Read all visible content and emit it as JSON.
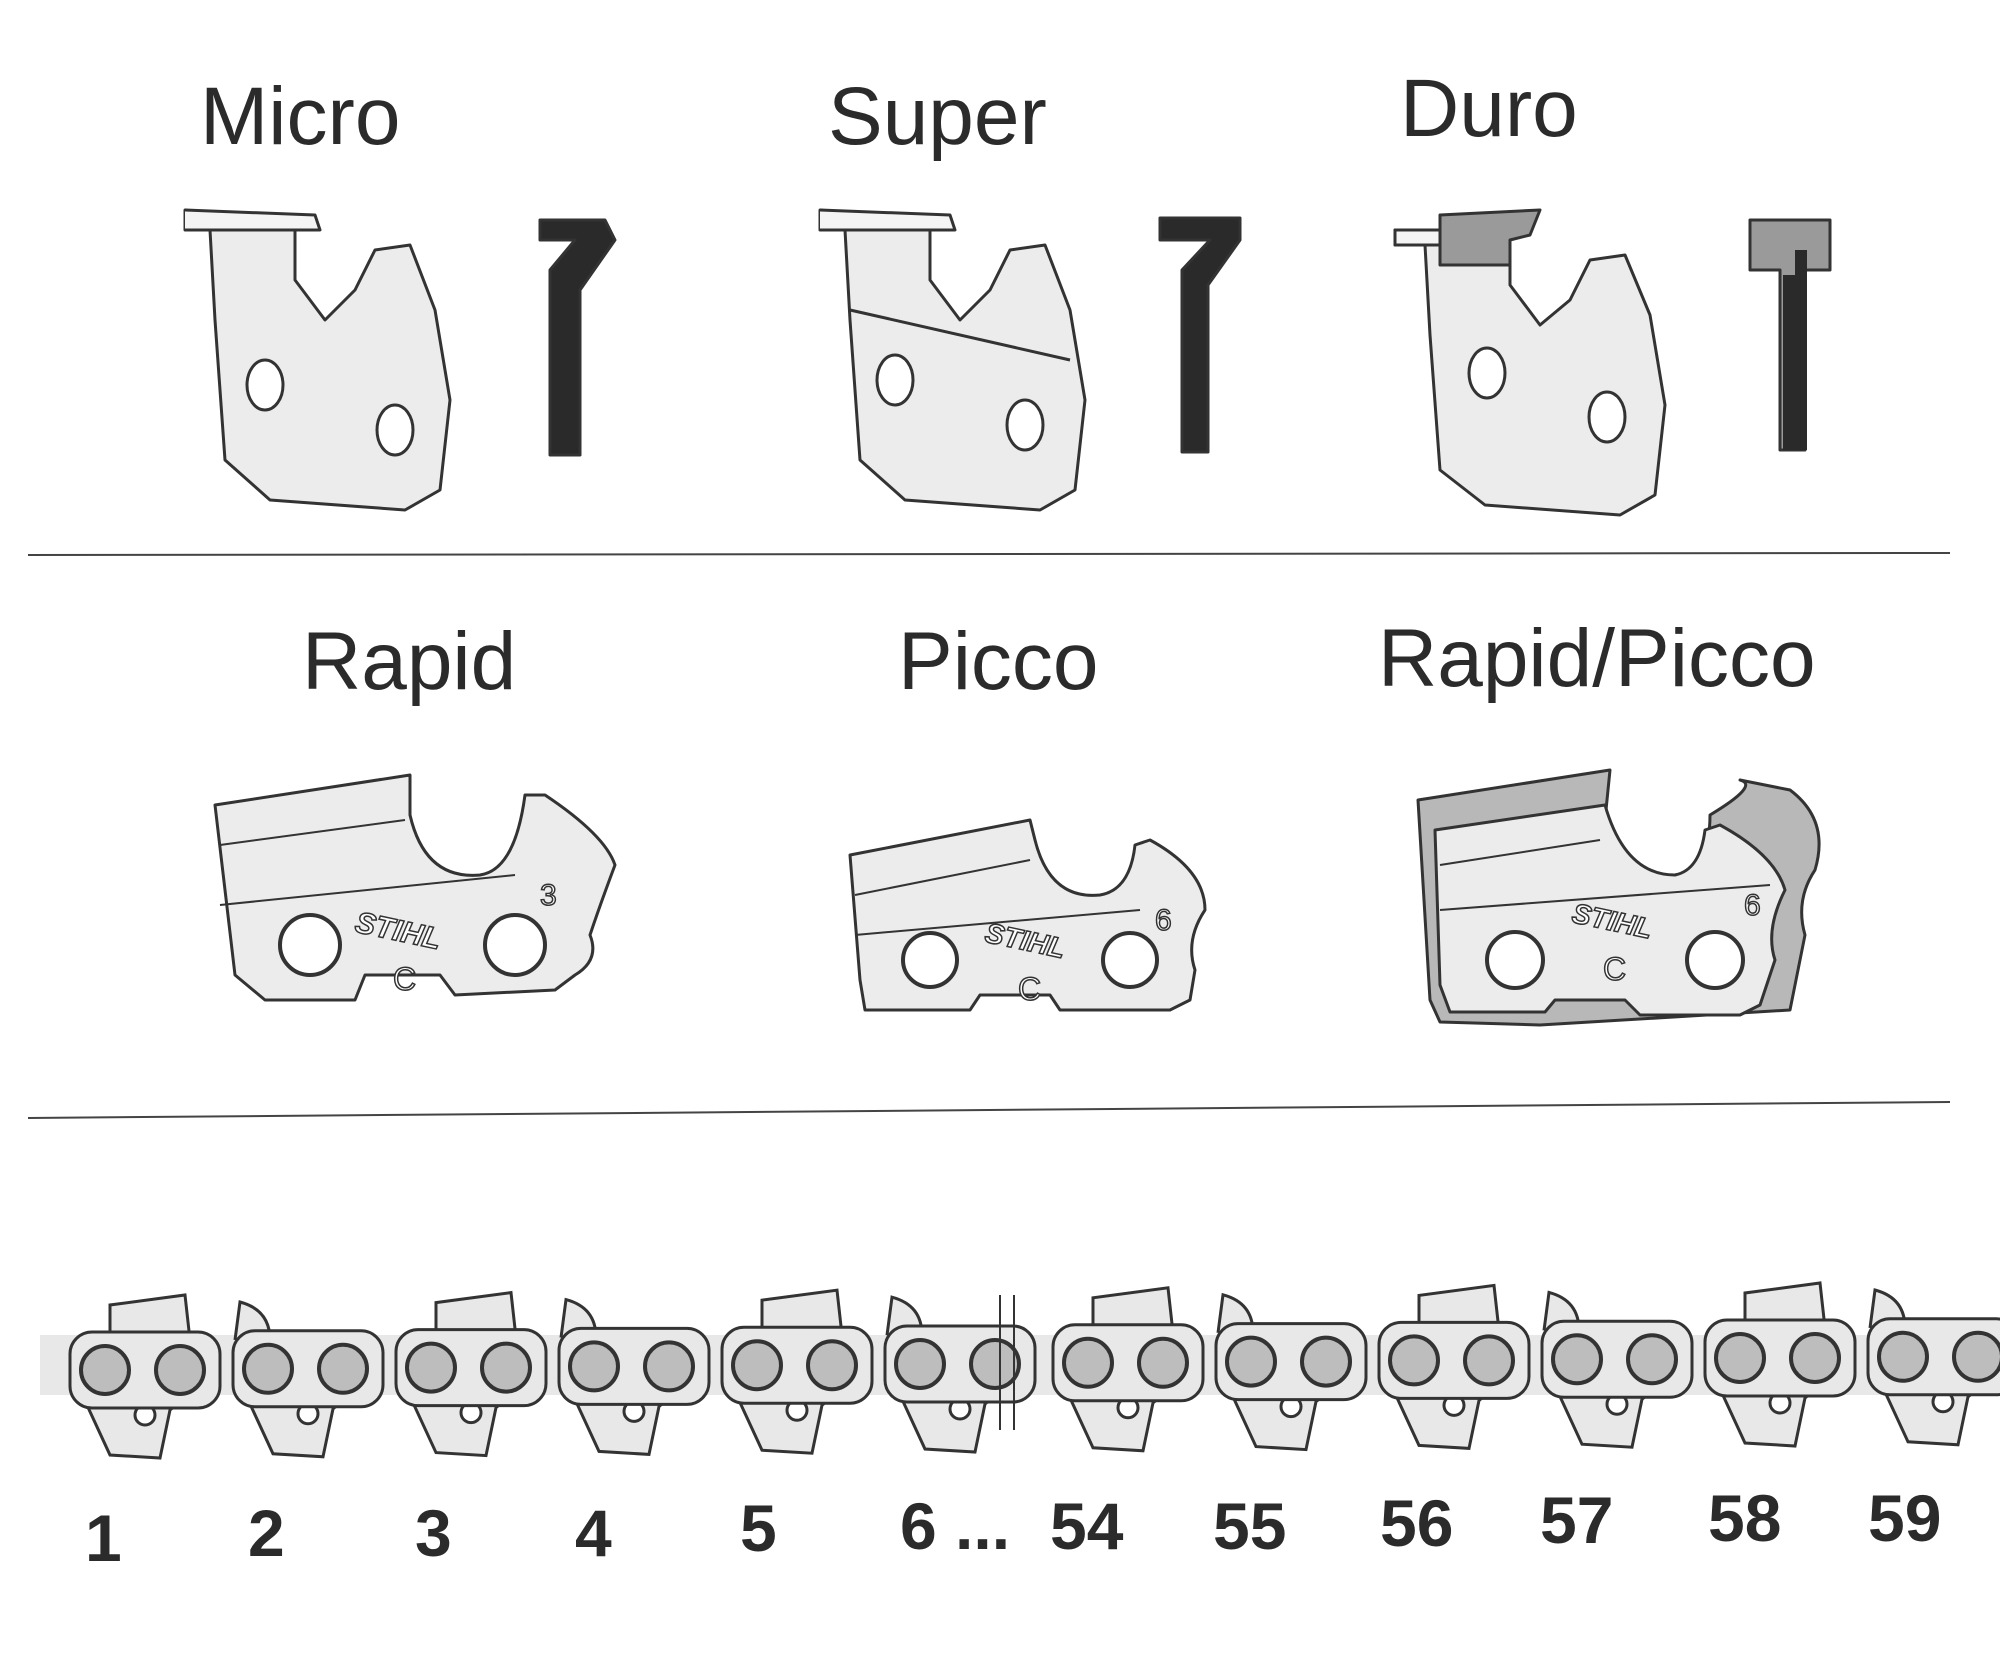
{
  "row1": {
    "titles": [
      "Micro",
      "Super",
      "Duro"
    ]
  },
  "row2": {
    "titles": [
      "Rapid",
      "Picco",
      "Rapid/Picco"
    ],
    "stamps": [
      {
        "brand": "STIHL",
        "letter": "C",
        "number": "3"
      },
      {
        "brand": "STIHL",
        "letter": "C",
        "number": "6"
      },
      {
        "brand": "STIHL",
        "letter": "C",
        "number": "6"
      }
    ]
  },
  "chain": {
    "labels_left": [
      "1",
      "2",
      "3",
      "4",
      "5"
    ],
    "label_six": "6 ...",
    "labels_right": [
      "54",
      "55",
      "56",
      "57",
      "58",
      "59"
    ]
  },
  "colors": {
    "fill": "#e8e8e8",
    "shade": "#b5b5b5",
    "line": "#333333",
    "rivet": "#bdbdbd"
  }
}
